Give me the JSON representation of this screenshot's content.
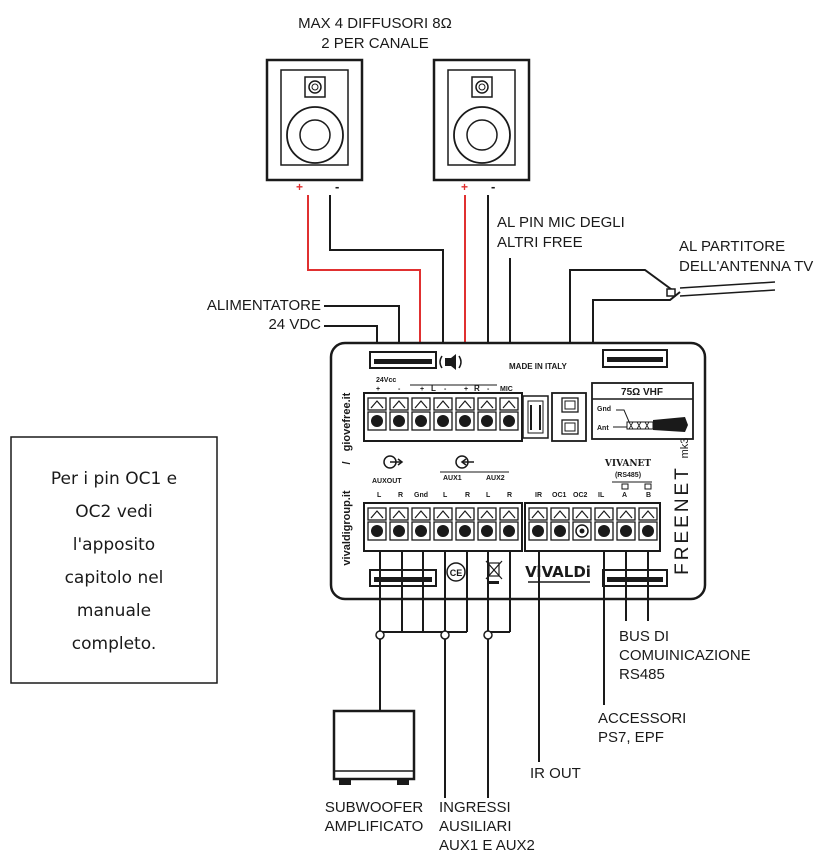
{
  "speakers_title": "MAX 4 DIFFUSORI 8Ω",
  "speakers_subtitle": "2 PER CANALE",
  "speaker_plus": "+",
  "speaker_minus": "-",
  "mic_label_1": "AL PIN MIC DEGLI",
  "mic_label_2": "ALTRI FREE",
  "antenna_label_1": "AL PARTITORE",
  "antenna_label_2": "DELL'ANTENNA TV",
  "power_label_1": "ALIMENTATORE",
  "power_label_2": "24 VDC",
  "device": {
    "website_1": "giovefree.it",
    "website_sep": "/",
    "website_2": "vivaldigroup.it",
    "made_in": "MADE IN ITALY",
    "vhf": "75Ω  VHF",
    "gnd": "Gnd",
    "ant": "Ant",
    "top_24vcc": "24Vcc",
    "top_plus": "+",
    "top_minus": "-",
    "top_l": "L",
    "top_r": "R",
    "top_mic": "MIC",
    "auxout": "AUXOUT",
    "aux1": "AUX1",
    "aux2": "AUX2",
    "pin_l": "L",
    "pin_r": "R",
    "pin_gnd": "Gnd",
    "ir": "IR",
    "oc1": "OC1",
    "oc2": "OC2",
    "il": "IL",
    "pin_a": "A",
    "pin_b": "B",
    "vivanet": "VIVANET",
    "rs485_small": "(RS485)",
    "brand": "ViVALDi",
    "model": "FREENET",
    "model_suffix": "mk3"
  },
  "note_lines": [
    "Per i pin OC1 e",
    "OC2 vedi",
    "l'apposito",
    "capitolo nel",
    "manuale",
    "completo."
  ],
  "bus_lines": [
    "BUS DI",
    "COMUINICAZIONE",
    "RS485"
  ],
  "accessori_lines": [
    "ACCESSORI",
    "PS7, EPF"
  ],
  "ir_out": "IR OUT",
  "subwoofer_lines": [
    "SUBWOOFER",
    "AMPLIFICATO"
  ],
  "ingressi_lines": [
    "INGRESSI",
    "AUSILIARI",
    "AUX1 E AUX2"
  ],
  "colors": {
    "line": "#1a1a1a",
    "red_wire": "#e03030",
    "background": "#ffffff"
  }
}
